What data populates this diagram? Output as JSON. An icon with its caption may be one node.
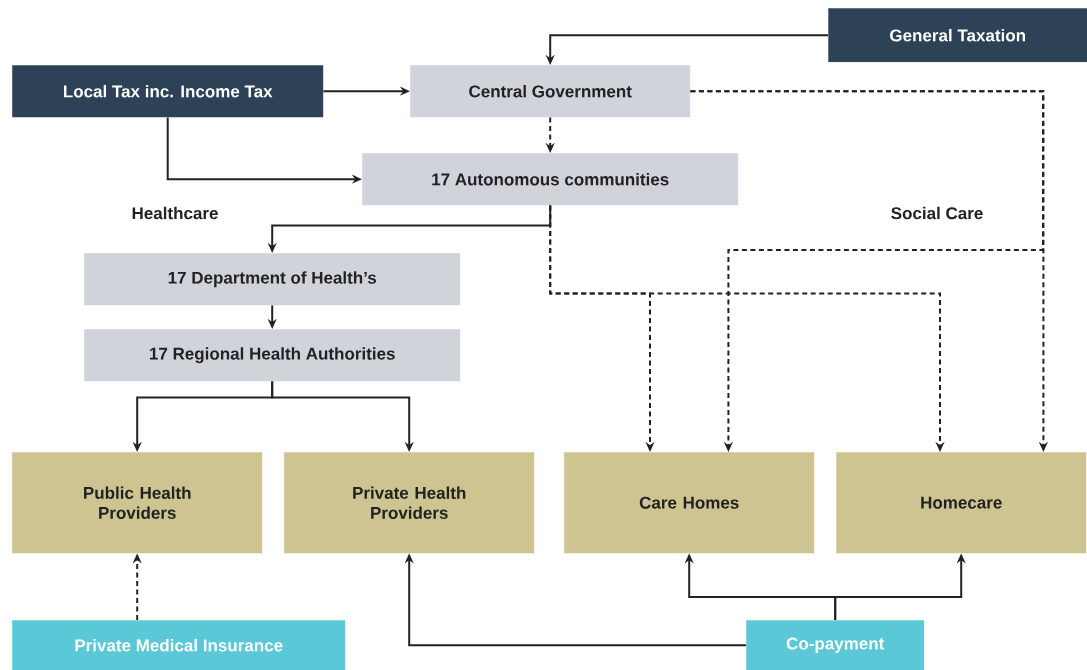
{
  "diagram": {
    "nodes": [
      {
        "text": [
          "General Taxation"
        ]
      },
      {
        "text": [
          "Local Tax inc. Income Tax"
        ]
      },
      {
        "text": [
          "Central Government"
        ]
      },
      {
        "text": [
          "17 Autonomous communities"
        ]
      },
      {
        "text": [
          "17 Department of Health’s"
        ]
      },
      {
        "text": [
          "17 Regional Health Authorities"
        ]
      },
      {
        "text": [
          "Public Health Providers"
        ]
      },
      {
        "text": [
          "Private Health Providers"
        ]
      },
      {
        "text": [
          "Care Homes"
        ]
      },
      {
        "text": [
          "Homecare"
        ]
      },
      {
        "text": [
          "Private Medical Insurance"
        ]
      },
      {
        "text": [
          "Co-payment"
        ]
      }
    ],
    "edges": [
      {
        "from": 0,
        "to": 2,
        "arrow": "to"
      },
      {
        "from": 1,
        "to": 2,
        "arrow": "to"
      },
      {
        "from": 1,
        "to": 3,
        "arrow": "to"
      },
      {
        "from": 2,
        "to": 3,
        "arrow": "to",
        "style": "dashed"
      },
      {
        "from": 2,
        "to": 8,
        "arrow": "to",
        "style": "dashed"
      },
      {
        "from": 2,
        "to": 9,
        "arrow": "to",
        "style": "dashed"
      },
      {
        "from": 3,
        "to": 4,
        "arrow": "to"
      },
      {
        "from": 3,
        "to": 8,
        "arrow": "to",
        "style": "dashed"
      },
      {
        "from": 3,
        "to": 9,
        "arrow": "to",
        "style": "dashed"
      },
      {
        "from": 4,
        "to": 5,
        "arrow": "to"
      },
      {
        "from": 5,
        "to": 6,
        "arrow": "to"
      },
      {
        "from": 5,
        "to": 7,
        "arrow": "to"
      },
      {
        "from": 10,
        "to": 6,
        "arrow": "to",
        "style": "dashed"
      },
      {
        "from": 11,
        "to": 7,
        "arrow": "to"
      },
      {
        "from": 11,
        "to": 8,
        "arrow": "to"
      },
      {
        "from": 11,
        "to": 9,
        "arrow": "to"
      }
    ],
    "labels": [
      "Healthcare",
      "Social Care"
    ]
  }
}
